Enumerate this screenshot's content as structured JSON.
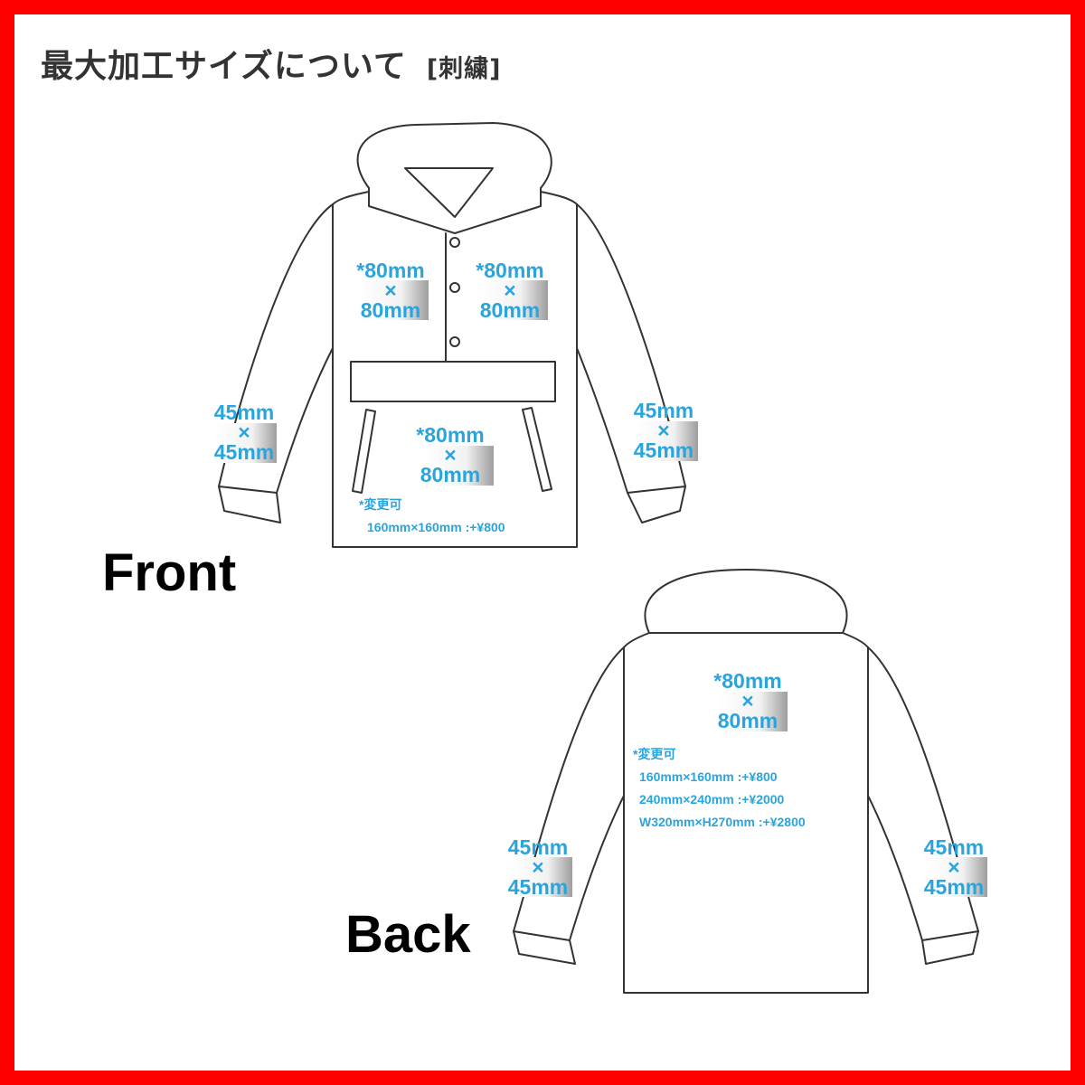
{
  "title": {
    "main": "最大加工サイズについて",
    "sub": "[刺繍]"
  },
  "views": {
    "front": "Front",
    "back": "Back"
  },
  "front": {
    "chest_left": {
      "l1": "*80mm",
      "l2": "×",
      "l3": "80mm"
    },
    "chest_right": {
      "l1": "*80mm",
      "l2": "×",
      "l3": "80mm"
    },
    "pocket": {
      "l1": "*80mm",
      "l2": "×",
      "l3": "80mm"
    },
    "sleeve_left": {
      "l1": "45mm",
      "l2": "×",
      "l3": "45mm"
    },
    "sleeve_right": {
      "l1": "45mm",
      "l2": "×",
      "l3": "45mm"
    },
    "note": {
      "heading": "*変更可",
      "lines": [
        "160mm×160mm :+¥800"
      ]
    }
  },
  "back": {
    "center": {
      "l1": "*80mm",
      "l2": "×",
      "l3": "80mm"
    },
    "sleeve_left": {
      "l1": "45mm",
      "l2": "×",
      "l3": "45mm"
    },
    "sleeve_right": {
      "l1": "45mm",
      "l2": "×",
      "l3": "45mm"
    },
    "note": {
      "heading": "*変更可",
      "lines": [
        "160mm×160mm :+¥800",
        "240mm×240mm :+¥2000",
        "W320mm×H270mm :+¥2800"
      ]
    }
  },
  "colors": {
    "border": "#ff0000",
    "label": "#2aa4dc",
    "outline": "#333333"
  }
}
